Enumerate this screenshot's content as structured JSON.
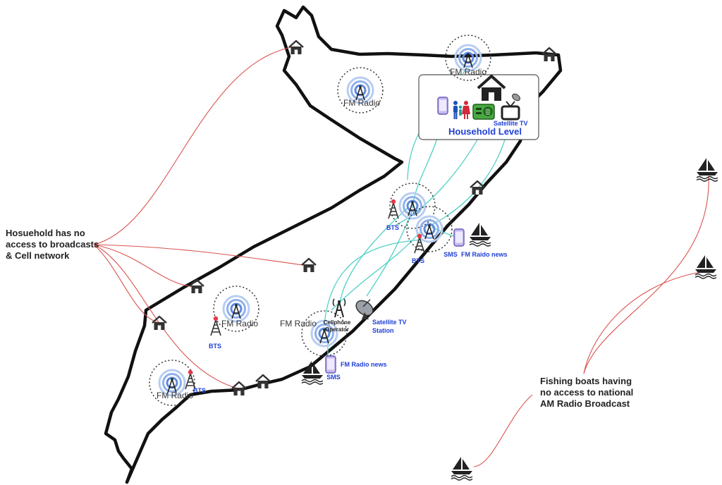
{
  "labels": {
    "fm_radio": "FM Radio",
    "bts": "BTS",
    "sms": "SMS",
    "household_level": "Household Level",
    "satellite_tv": "Satellite TV",
    "fm_radio_news": "FM Radio news",
    "fm_raido_news": "FM Raido news",
    "cellphone_operator_l1": "Cellphone",
    "cellphone_operator_l2": "Operator",
    "satellite_station_l1": "Satellite TV",
    "satellite_station_l2": "Station"
  },
  "callouts": {
    "household_no_access": [
      "Hosuehold has no",
      "access to broadcasts",
      "& Cell network"
    ],
    "fishing_boats": [
      "Fishing boats having",
      "no access to national",
      "AM Radio Broadcast"
    ]
  },
  "colors": {
    "outline": "#111111",
    "red_line": "#d9534f",
    "teal_line": "#4fd1c5",
    "blue_label": "#1f3fd6",
    "fm_blue": "#3d6fd6"
  }
}
